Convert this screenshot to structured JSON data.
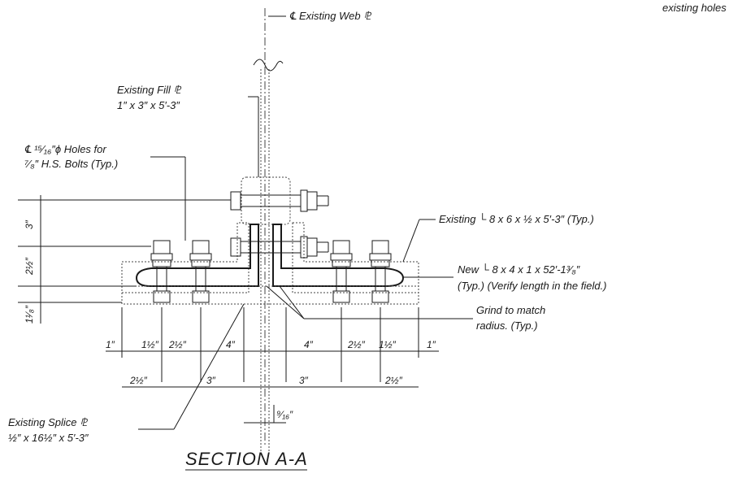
{
  "notes": {
    "corner": "existing holes as"
  },
  "labels": {
    "web_center": "℄ Existing Web ⅊",
    "fill_plate_1": "Existing Fill ⅊",
    "fill_plate_2": "1″ x 3″ x 5′-3″",
    "holes_1": "℄ ¹⁵⁄₁₆″ϕ Holes for",
    "holes_2": "⁷⁄₈″ H.S. Bolts (Typ.)",
    "existing_angle": "Existing └ 8 x 6 x ½ x 5′-3″ (Typ.)",
    "new_angle_1": "New └ 8 x 4 x 1 x 52′-1³⁄₈″",
    "new_angle_2": "(Typ.) (Verify length in the field.)",
    "grind_1": "Grind to match",
    "grind_2": "radius. (Typ.)",
    "splice_1": "Existing Splice ⅊",
    "splice_2": "½″ x 16½″ x 5′-3″"
  },
  "dimensions": {
    "vertical": [
      "3″",
      "2½″",
      "1¹⁄₈″"
    ],
    "row1": [
      "1″",
      "1½″",
      "2½″",
      "4″",
      "4″",
      "2½″",
      "1½″",
      "1″"
    ],
    "row2": [
      "2½″",
      "3″",
      "3″",
      "2½″"
    ],
    "web_gap": "⁹⁄₁₆″"
  },
  "title": "SECTION A-A"
}
